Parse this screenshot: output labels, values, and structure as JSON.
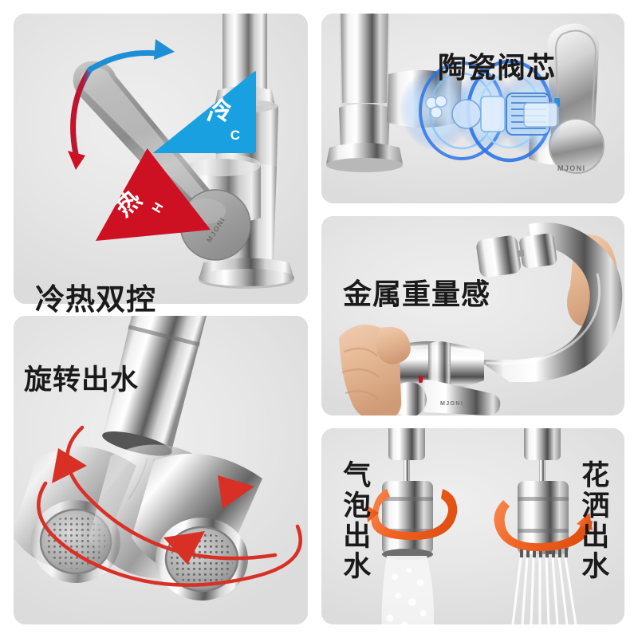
{
  "page": {
    "background": "#ffffff",
    "panel_bg": "#e4e4e4",
    "brand": "MJONI",
    "accent_cold": "#19a0e0",
    "accent_hot": "#cd1022",
    "accent_spray": "#f26322",
    "accent_rotate": "#d93025",
    "accent_ceramic": "#1a5fe0",
    "text_color": "#1a1a1a"
  },
  "panels": {
    "dual_control": {
      "title": "冷热双控",
      "cold_label_cn": "冷",
      "cold_label_en": "C",
      "hot_label_cn": "热",
      "hot_label_en": "H",
      "brand_cap": "MJONI"
    },
    "ceramic_cartridge": {
      "title": "陶瓷阀芯",
      "brand_cap": "MJONI"
    },
    "metal_weight": {
      "title": "金属重量感",
      "brand_cap": "MJONI"
    },
    "rotate_flow": {
      "title": "旋转出水"
    },
    "spray_modes": {
      "bubble_title": "气泡出水",
      "shower_title": "花洒出水"
    }
  }
}
